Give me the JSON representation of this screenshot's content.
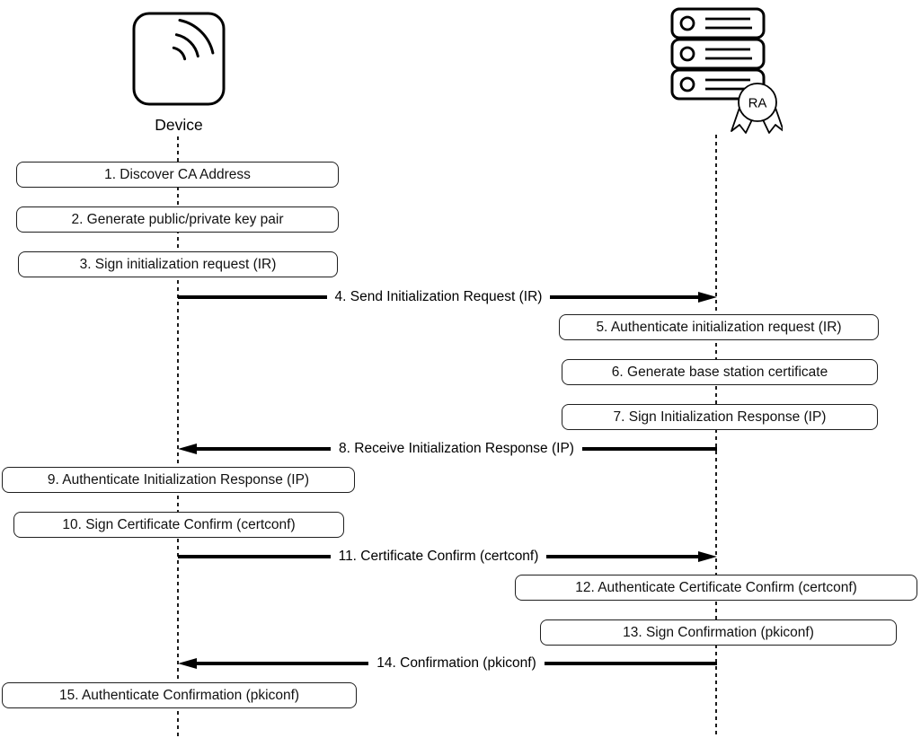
{
  "diagram": {
    "type": "sequence-diagram",
    "colors": {
      "stroke": "#000000",
      "background": "#ffffff",
      "text": "#111111"
    },
    "actors": {
      "left": {
        "label": "Device",
        "icon": "wireless-device-icon"
      },
      "right": {
        "icon": "server-rack-icon",
        "badge": "RA"
      }
    },
    "steps": [
      {
        "label": "1. Discover CA Address",
        "type": "action",
        "actor": "device"
      },
      {
        "label": "2. Generate public/private key pair",
        "type": "action",
        "actor": "device"
      },
      {
        "label": "3. Sign initialization request (IR)",
        "type": "action",
        "actor": "device"
      },
      {
        "label": "4. Send Initialization Request (IR)",
        "type": "message",
        "from": "device",
        "to": "ra"
      },
      {
        "label": "5. Authenticate initialization request (IR)",
        "type": "action",
        "actor": "ra"
      },
      {
        "label": "6. Generate base station certificate",
        "type": "action",
        "actor": "ra"
      },
      {
        "label": "7. Sign Initialization Response (IP)",
        "type": "action",
        "actor": "ra"
      },
      {
        "label": "8. Receive Initialization Response (IP)",
        "type": "message",
        "from": "ra",
        "to": "device"
      },
      {
        "label": "9. Authenticate Initialization Response (IP)",
        "type": "action",
        "actor": "device"
      },
      {
        "label": "10. Sign Certificate Confirm (certconf)",
        "type": "action",
        "actor": "device"
      },
      {
        "label": "11. Certificate Confirm (certconf)",
        "type": "message",
        "from": "device",
        "to": "ra"
      },
      {
        "label": "12. Authenticate Certificate Confirm (certconf)",
        "type": "action",
        "actor": "ra"
      },
      {
        "label": "13. Sign Confirmation (pkiconf)",
        "type": "action",
        "actor": "ra"
      },
      {
        "label": "14. Confirmation (pkiconf)",
        "type": "message",
        "from": "ra",
        "to": "device"
      },
      {
        "label": "15. Authenticate Confirmation (pkiconf)",
        "type": "action",
        "actor": "device"
      }
    ]
  }
}
